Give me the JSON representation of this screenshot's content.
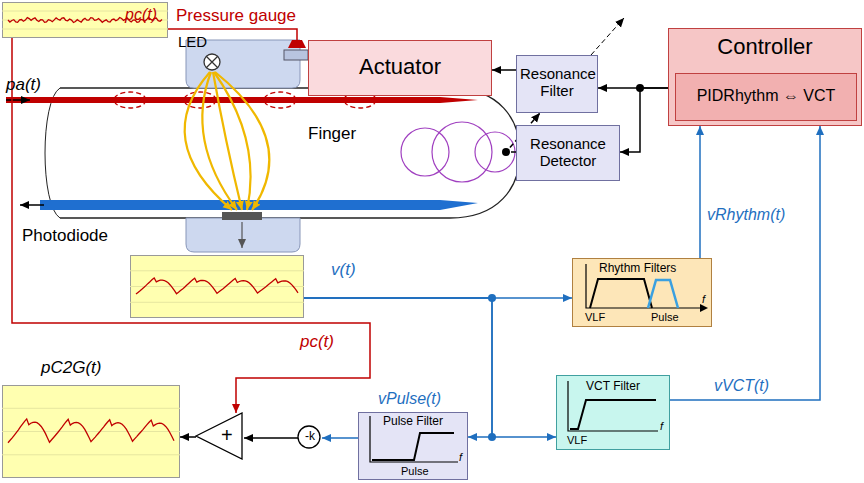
{
  "diagram": {
    "nodes": [
      {
        "text": [
          "pc(t)"
        ]
      },
      {
        "text": [
          "Actuator"
        ]
      },
      {
        "text": [
          "Resonance Filter"
        ]
      },
      {
        "text": [
          "Controller"
        ]
      },
      {
        "text": [
          "PIDRhythm ⇔ VCT"
        ],
        "in": 3
      },
      {
        "text": [
          "Resonance Detector"
        ]
      },
      {
        "text": [
          "v(t)"
        ]
      },
      {
        "text": [
          "Rhythm Filters",
          "VLF",
          "Pulse",
          "f"
        ]
      },
      {
        "text": [
          "pC2G(t)"
        ]
      },
      {
        "text": [
          "+"
        ]
      },
      {
        "text": [
          "-k"
        ]
      },
      {
        "text": [
          "Pulse Filter",
          "Pulse",
          "f"
        ]
      },
      {
        "text": [
          "VCT Filter",
          "VLF",
          "f"
        ]
      }
    ],
    "edges": [
      {
        "from": 3,
        "to": 2,
        "arrow": "to"
      },
      {
        "from": 3,
        "to": 5,
        "arrow": "to"
      },
      {
        "from": 2,
        "to": 1,
        "arrow": "to"
      },
      {
        "from": 5,
        "to": 2,
        "arrow": "to"
      },
      {
        "from": 6,
        "to": 7,
        "arrow": "to"
      },
      {
        "from": 6,
        "to": 11,
        "arrow": "to"
      },
      {
        "from": 6,
        "to": 12,
        "arrow": "to"
      },
      {
        "from": 7,
        "to": 3,
        "label": "vRhythm(t)",
        "arrow": "to"
      },
      {
        "from": 12,
        "to": 3,
        "label": "vVCT(t)",
        "arrow": "to"
      },
      {
        "from": 11,
        "to": 10,
        "label": "vPulse(t)",
        "arrow": "to"
      },
      {
        "from": 10,
        "to": 9,
        "arrow": "to"
      },
      {
        "from": 9,
        "to": 8,
        "arrow": "to"
      },
      {
        "from": 0,
        "to": 9,
        "label": "pc(t)",
        "arrow": "to"
      }
    ],
    "labels": [
      "Pressure gauge",
      "LED",
      "pa(t)",
      "Finger",
      "Photodiode"
    ]
  }
}
